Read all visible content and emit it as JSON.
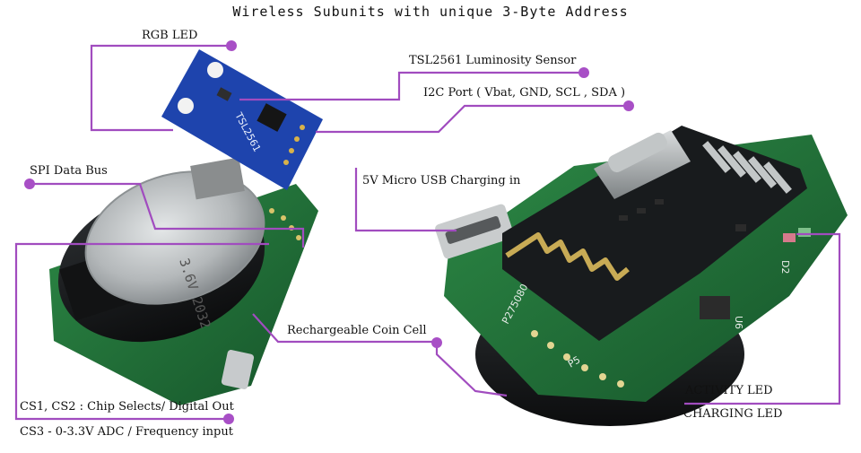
{
  "title": "Wireless Subunits with unique 3-Byte Address",
  "labels": {
    "rgb_led": "RGB LED",
    "tsl_sensor": "TSL2561 Luminosity Sensor",
    "i2c_port": "I2C Port ( Vbat, GND, SCL , SDA )",
    "spi_bus": "SPI Data Bus",
    "usb_charging": "5V Micro USB Charging in",
    "coin_cell": "Rechargeable Coin Cell",
    "cs12": "CS1, CS2 : Chip Selects/ Digital Out",
    "cs3": "CS3 - 0-3.3V ADC / Frequency input",
    "activity_led": "ACTIVITY   LED",
    "charging_led": "CHARGING LED"
  },
  "board_marks": {
    "sensor_chip": "TSL2561",
    "coin_cell_code": "3.6V 2032",
    "radio_chip": "P275080",
    "u6": "U6",
    "d2": "D2",
    "p5": "P5"
  },
  "colors": {
    "callout_line": "#a14cbf",
    "callout_dot": "#a84fc6",
    "pcb_green": "#1f6b34",
    "sensor_blue": "#1c3fa6",
    "radio_black": "#161a1c",
    "coin_silver": "#b8bcbd"
  }
}
